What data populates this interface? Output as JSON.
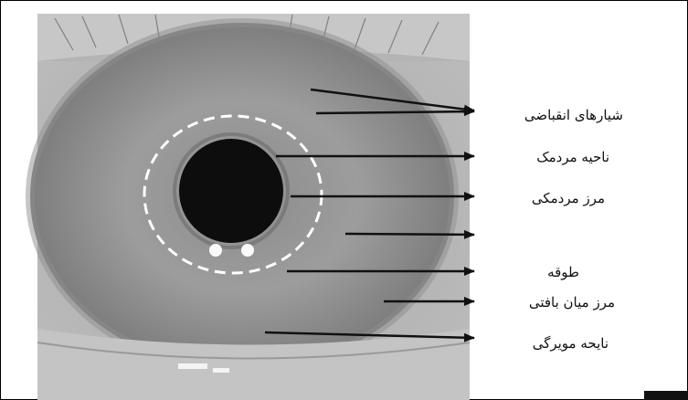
{
  "labels": {
    "contraction_furrows": "شیارهای انقباضی",
    "pupillary_zone": "ناحیه مردمک",
    "pupillary_border": "مرز مردمکی",
    "collarette": "طوقه",
    "tissue_border": "مرز میان بافتی",
    "ciliary_zone": "نایحه مویرگی"
  },
  "colors": {
    "line": "#111111",
    "dashed_ring": "#ffffff"
  }
}
